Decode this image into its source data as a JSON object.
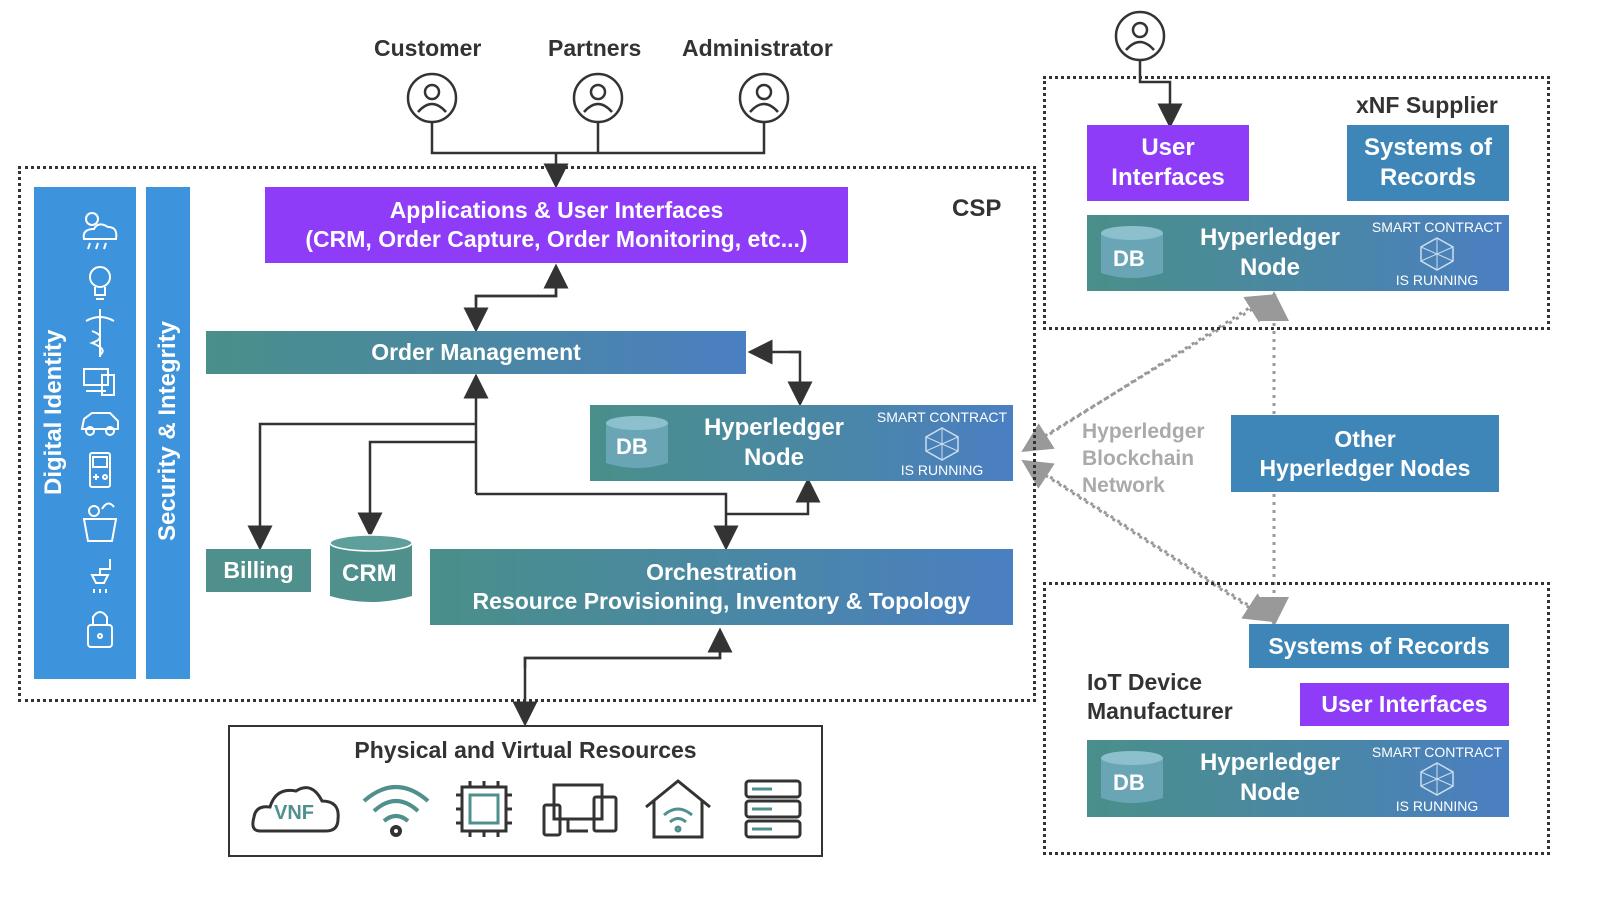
{
  "actors": {
    "customer": "Customer",
    "partners": "Partners",
    "administrator": "Administrator"
  },
  "csp": {
    "label": "CSP",
    "apps_line1": "Applications & User Interfaces",
    "apps_line2": "(CRM, Order Capture, Order Monitoring, etc...)",
    "order_management": "Order Management",
    "billing": "Billing",
    "crm": "CRM",
    "orch_line1": "Orchestration",
    "orch_line2": "Resource Provisioning, Inventory & Topology",
    "digital_identity": "Digital Identity",
    "security_integrity": "Security & Integrity",
    "node": {
      "db": "DB",
      "title_line1": "Hyperledger",
      "title_line2": "Node",
      "sc_top": "SMART CONTRACT",
      "sc_bottom": "IS RUNNING"
    }
  },
  "resources": {
    "title": "Physical and Virtual Resources",
    "vnf": "VNF",
    "icons": [
      "cloud-vnf-icon",
      "wifi-icon",
      "chip-icon",
      "devices-icon",
      "smart-home-icon",
      "server-icon"
    ]
  },
  "network": {
    "line1": "Hyperledger",
    "line2": "Blockchain",
    "line3": "Network",
    "other_line1": "Other",
    "other_line2": "Hyperledger Nodes"
  },
  "xnf": {
    "label": "xNF Supplier",
    "ui_line1": "User",
    "ui_line2": "Interfaces",
    "sor_line1": "Systems of",
    "sor_line2": "Records",
    "node": {
      "db": "DB",
      "title_line1": "Hyperledger",
      "title_line2": "Node",
      "sc_top": "SMART CONTRACT",
      "sc_bottom": "IS RUNNING"
    }
  },
  "iot": {
    "label_line1": "IoT Device",
    "label_line2": "Manufacturer",
    "sor": "Systems of Records",
    "ui": "User Interfaces",
    "node": {
      "db": "DB",
      "title_line1": "Hyperledger",
      "title_line2": "Node",
      "sc_top": "SMART CONTRACT",
      "sc_bottom": "IS RUNNING"
    }
  },
  "sidebar_icons": [
    "weather-icon",
    "lightbulb-icon",
    "caduceus-icon",
    "devices-icon",
    "car-icon",
    "gameboy-icon",
    "food-basket-icon",
    "shower-icon",
    "lock-icon"
  ],
  "colors": {
    "purple": "#8e3cf7",
    "teal": "#4f8f8c",
    "blue": "#3f86b8",
    "sidebar_blue": "#3e94dc"
  }
}
